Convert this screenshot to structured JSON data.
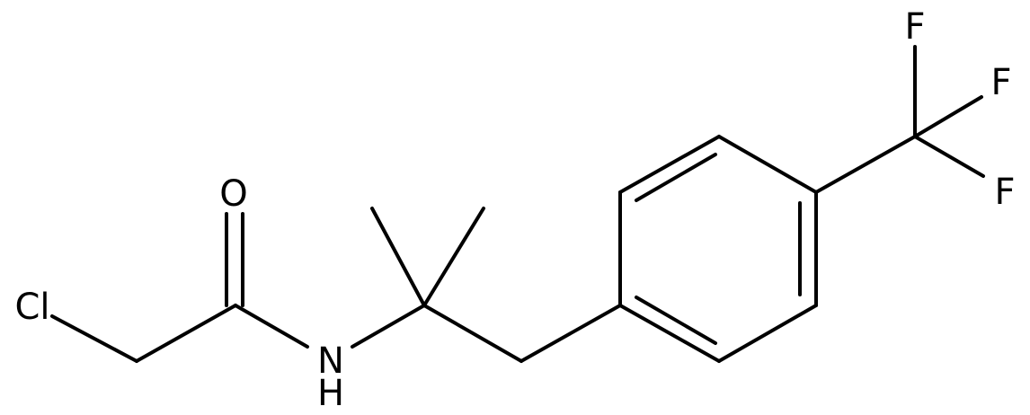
{
  "atoms": {
    "cl": "Cl",
    "o": "O",
    "n": "N",
    "h": "H",
    "f1": "F",
    "f2": "F",
    "f3": "F"
  },
  "colors": {
    "bond": "#000000",
    "label": "#000000",
    "background": "#ffffff"
  }
}
